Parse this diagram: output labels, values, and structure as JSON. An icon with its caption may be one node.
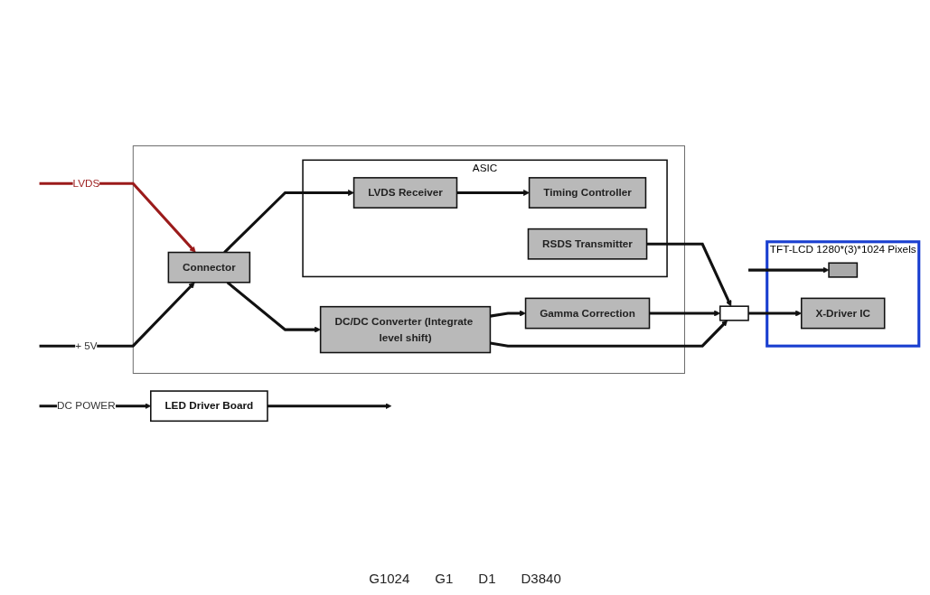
{
  "diagram": {
    "nodes": [
      {
        "text": [],
        "shape": "box"
      },
      {
        "text": [
          "ASIC"
        ],
        "in": 0
      },
      {
        "text": [
          "Connector"
        ],
        "in": 0
      },
      {
        "text": [
          "LVDS Receiver"
        ],
        "in": 1
      },
      {
        "text": [
          "Timing Controller"
        ],
        "in": 1
      },
      {
        "text": [
          "RSDS Transmitter"
        ],
        "in": 1
      },
      {
        "text": [
          "DC/DC Converter (Integrate level shift)"
        ],
        "in": 0
      },
      {
        "text": [
          "Gamma Correction"
        ],
        "in": 0
      },
      {
        "text": [
          "TFT-LCD 1280*(3)*1024 Pixels"
        ]
      },
      {
        "text": [],
        "shape": "bar",
        "in": 8
      },
      {
        "text": [
          "X-Driver IC"
        ],
        "in": 8
      },
      {
        "text": [],
        "shape": "box"
      },
      {
        "text": [
          "LED Driver Board"
        ]
      }
    ],
    "edges": [
      {
        "from": null,
        "to": 2,
        "arrow": "to",
        "label": "LVDS",
        "color": "#9b1b1b"
      },
      {
        "from": null,
        "to": 2,
        "arrow": "to",
        "label": "+ 5V"
      },
      {
        "from": 2,
        "to": 3,
        "arrow": "to"
      },
      {
        "from": 3,
        "to": 4,
        "arrow": "to"
      },
      {
        "from": 2,
        "to": 6,
        "arrow": "to"
      },
      {
        "from": 6,
        "to": 7,
        "arrow": "to"
      },
      {
        "from": 5,
        "to": 11,
        "arrow": "to"
      },
      {
        "from": 7,
        "to": 11,
        "arrow": "to"
      },
      {
        "from": 6,
        "to": 11,
        "arrow": "to"
      },
      {
        "from": 11,
        "to": 10,
        "arrow": "to"
      },
      {
        "from": null,
        "to": 9,
        "arrow": "to"
      },
      {
        "from": null,
        "to": 12,
        "arrow": "to",
        "label": "DC POWER"
      },
      {
        "from": 12,
        "to": null,
        "arrow": "to"
      }
    ],
    "labels": [
      "G1024",
      "G1",
      "D1",
      "D3840"
    ]
  }
}
